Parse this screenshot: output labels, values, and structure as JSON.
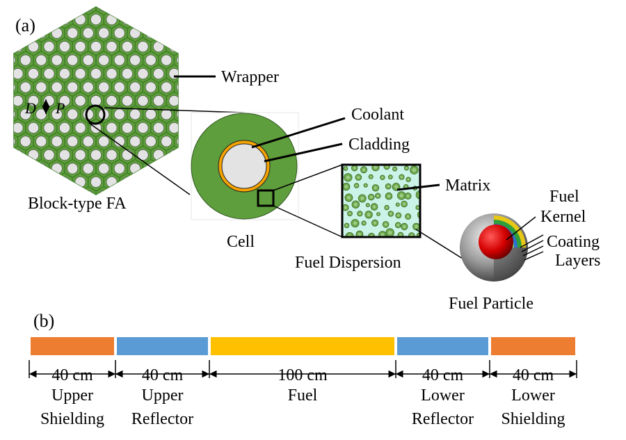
{
  "panel_a": {
    "label": "(a)",
    "assembly": {
      "caption": "Block-type FA",
      "wrapper_label": "Wrapper",
      "pitch_labels": [
        "D",
        "P"
      ]
    },
    "cell": {
      "caption": "Cell",
      "coolant_label": "Coolant",
      "cladding_label": "Cladding"
    },
    "dispersion": {
      "caption": "Fuel Dispersion",
      "matrix_label": "Matrix"
    },
    "particle": {
      "caption": "Fuel Particle",
      "kernel_label": [
        "Fuel",
        "Kernel"
      ],
      "coating_label": [
        "Coating",
        "Layers"
      ]
    }
  },
  "panel_b": {
    "label": "(b)",
    "segments": [
      {
        "length": "40 cm",
        "name": [
          "Upper",
          "Shielding"
        ],
        "color": "#ED7D31"
      },
      {
        "length": "40 cm",
        "name": [
          "Upper",
          "Reflector"
        ],
        "color": "#5B9BD5"
      },
      {
        "length": "100 cm",
        "name": [
          "Fuel"
        ],
        "color": "#FFC000"
      },
      {
        "length": "40 cm",
        "name": [
          "Lower",
          "Reflector"
        ],
        "color": "#5B9BD5"
      },
      {
        "length": "40 cm",
        "name": [
          "Lower",
          "Shielding"
        ],
        "color": "#ED7D31"
      }
    ]
  },
  "colors": {
    "graphite_green": "#5E9E3C",
    "wrapper_green": "#7CD65A",
    "coolant_gray": "#E3E3E3",
    "cladding_orange": "#F5A300",
    "matrix_fill": "#CCF3E7",
    "kernel_red": "#CC0000"
  }
}
